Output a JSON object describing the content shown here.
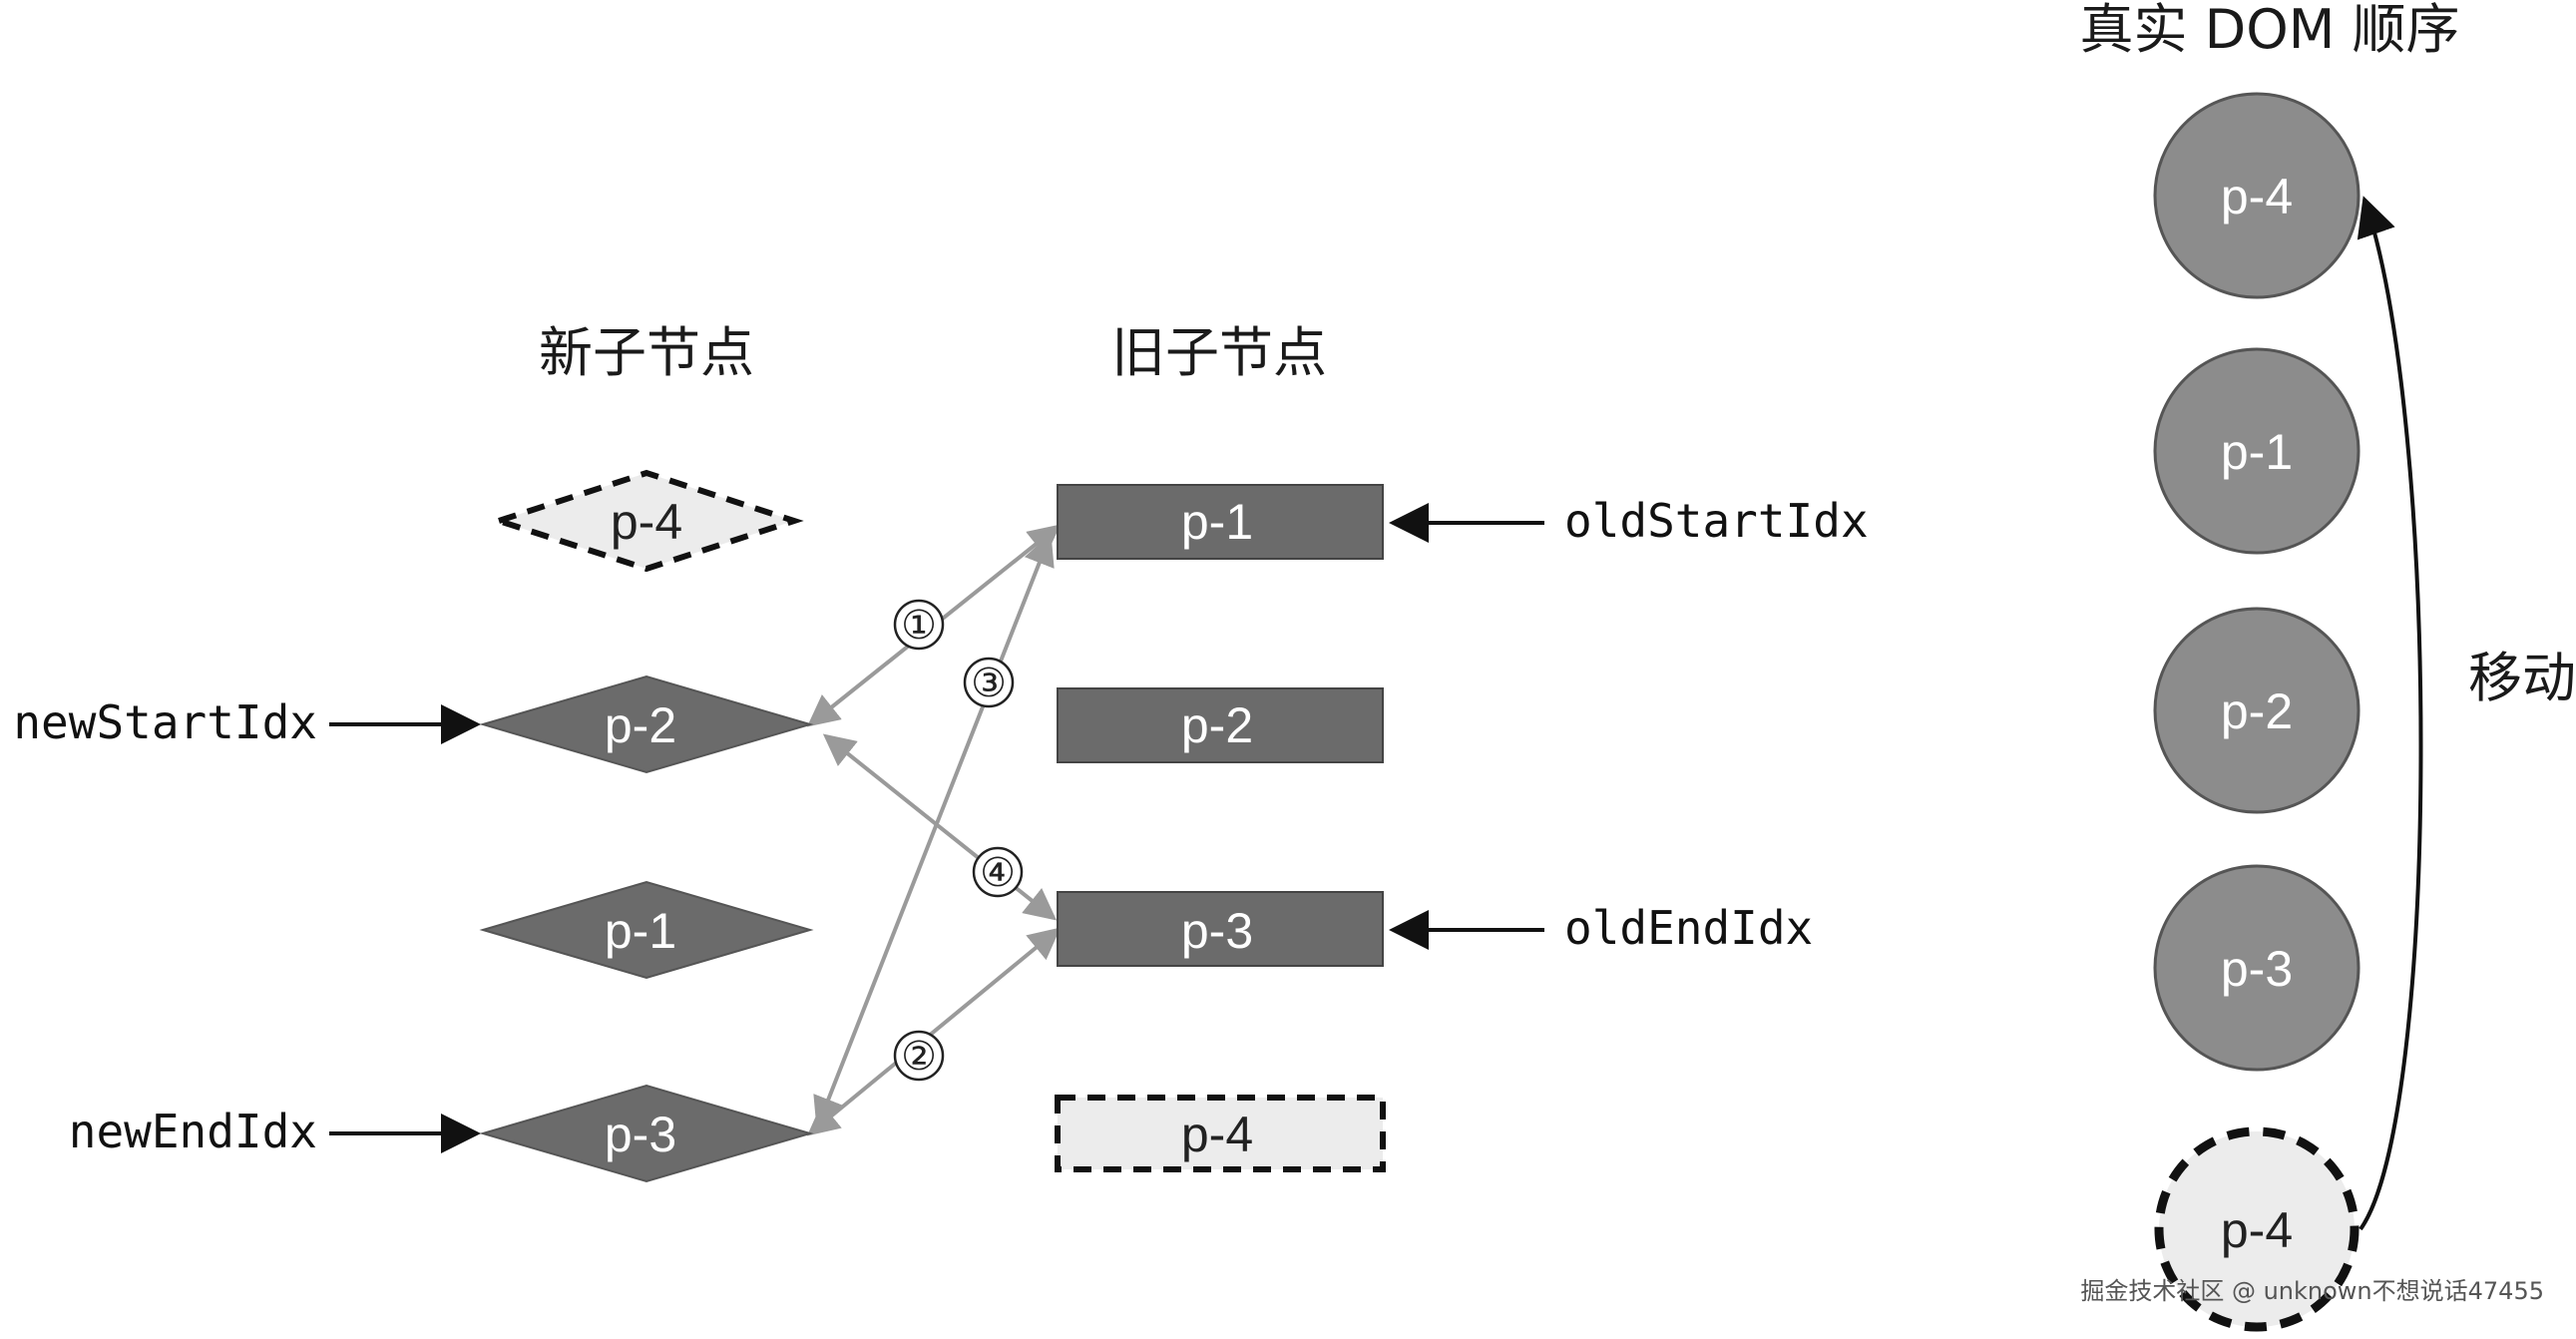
{
  "headers": {
    "new_children": "新子节点",
    "old_children": "旧子节点",
    "real_dom": "真实 DOM 顺序"
  },
  "new_nodes": [
    {
      "label": "p-4",
      "style": "dashed"
    },
    {
      "label": "p-2",
      "style": "solid"
    },
    {
      "label": "p-1",
      "style": "solid"
    },
    {
      "label": "p-3",
      "style": "solid"
    }
  ],
  "old_nodes": [
    {
      "label": "p-1",
      "style": "solid"
    },
    {
      "label": "p-2",
      "style": "solid"
    },
    {
      "label": "p-3",
      "style": "solid"
    },
    {
      "label": "p-4",
      "style": "dashed"
    }
  ],
  "pointers": {
    "new_start": "newStartIdx",
    "new_end": "newEndIdx",
    "old_start": "oldStartIdx",
    "old_end": "oldEndIdx"
  },
  "comparisons": [
    "①",
    "②",
    "③",
    "④"
  ],
  "dom_nodes": [
    {
      "label": "p-4",
      "style": "solid"
    },
    {
      "label": "p-1",
      "style": "solid"
    },
    {
      "label": "p-2",
      "style": "solid"
    },
    {
      "label": "p-3",
      "style": "solid"
    },
    {
      "label": "p-4",
      "style": "dashed"
    }
  ],
  "move_label": "移动",
  "watermark": "掘金技术社区 @ unknown不想说话47455",
  "colors": {
    "dark_node": "#6b6b6b",
    "light_node": "#ececec",
    "dom_circle": "#8c8c8c",
    "compare_line": "#9a9a9a",
    "stroke": "#111111"
  }
}
